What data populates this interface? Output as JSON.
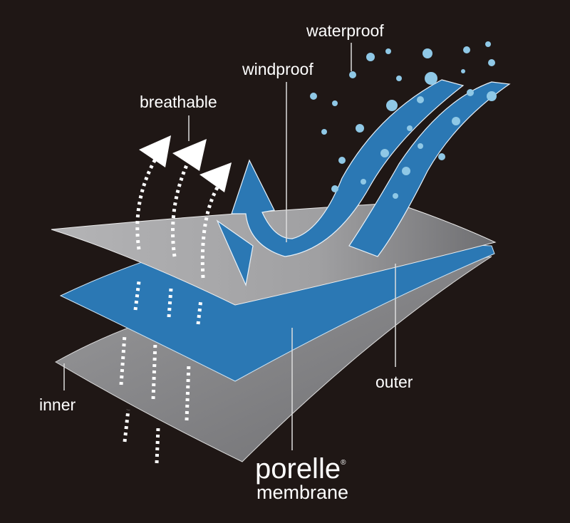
{
  "labels": {
    "waterproof": "waterproof",
    "windproof": "windproof",
    "breathable": "breathable",
    "outer": "outer",
    "inner": "inner",
    "brand": "porelle",
    "registered": "®",
    "membrane": "membrane"
  },
  "colors": {
    "background": "#1f1715",
    "membrane_blue": "#2b78b4",
    "layer_gray": "#a9a9ab",
    "drop_blue": "#8fc8e6"
  }
}
